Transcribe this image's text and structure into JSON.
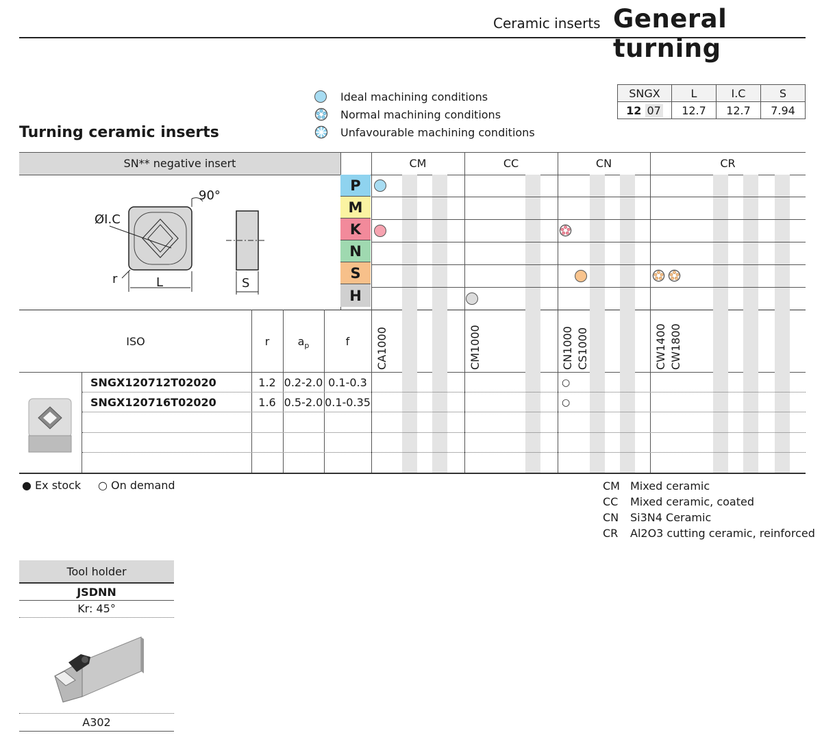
{
  "header": {
    "subtitle": "Ceramic inserts",
    "title": "General turning"
  },
  "section_title": "Turning ceramic inserts",
  "legend": [
    {
      "icon": "ideal-circle",
      "label": "Ideal machining conditions"
    },
    {
      "icon": "normal-flower",
      "label": "Normal machining conditions"
    },
    {
      "icon": "unfavourable-flower",
      "label": "Unfavourable machining conditions"
    }
  ],
  "dims": {
    "headers": [
      "SNGX",
      "L",
      "I.C",
      "S"
    ],
    "row": {
      "code_bold": "12",
      "code_rest": "07",
      "L": "12.7",
      "IC": "12.7",
      "S": "7.94"
    }
  },
  "insert_header": "SN** negative insert",
  "drawing_labels": {
    "angle": "90°",
    "ic": "ØI.C",
    "r": "r",
    "L": "L",
    "S": "S"
  },
  "materials": [
    {
      "letter": "P",
      "color": "#8fd3ef"
    },
    {
      "letter": "M",
      "color": "#fbf3a2"
    },
    {
      "letter": "K",
      "color": "#f28a9b"
    },
    {
      "letter": "N",
      "color": "#9fd9b0"
    },
    {
      "letter": "S",
      "color": "#f7c08a"
    },
    {
      "letter": "H",
      "color": "#d0d0d0"
    }
  ],
  "groups": [
    "CM",
    "CC",
    "CN",
    "CR"
  ],
  "grades": [
    "CA1000",
    "CM1000",
    "CN1000",
    "CS1000",
    "CW1400",
    "CW1800"
  ],
  "col_headers": {
    "iso": "ISO",
    "r": "r",
    "ap": "a",
    "ap_sub": "p",
    "f": "f"
  },
  "rows": [
    {
      "iso": "SNGX120712T02020",
      "r": "1.2",
      "ap": "0.2-2.0",
      "f": "0.1-0.3",
      "mark": "○"
    },
    {
      "iso": "SNGX120716T02020",
      "r": "1.6",
      "ap": "0.5-2.0",
      "f": "0.1-0.35",
      "mark": "○"
    }
  ],
  "stock": {
    "ex": "● Ex stock",
    "demand": "○ On demand"
  },
  "codes": [
    {
      "code": "CM",
      "desc": "Mixed ceramic"
    },
    {
      "code": "CC",
      "desc": "Mixed ceramic, coated"
    },
    {
      "code": "CN",
      "desc": "Si3N4 Ceramic"
    },
    {
      "code": "CR",
      "desc": "Al2O3 cutting ceramic, reinforced"
    }
  ],
  "holder": {
    "header": "Tool holder",
    "name": "JSDNN",
    "kr": "Kr: 45°",
    "code": "A302"
  }
}
